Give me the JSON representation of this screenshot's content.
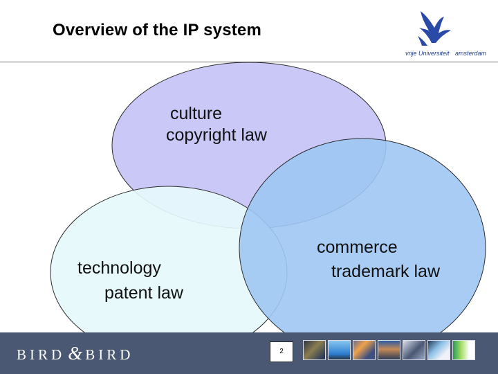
{
  "slide": {
    "title": "Overview of the IP system",
    "page_number": "2"
  },
  "logo": {
    "left_text": "vrije Universiteit",
    "right_text": "amsterdam",
    "icon": "griffin-icon"
  },
  "circles": [
    {
      "line1": "culture",
      "line2": "copyright law",
      "fill": "#c9c8f6"
    },
    {
      "line1": "technology",
      "line2": "patent law",
      "fill": "#e6f8fb"
    },
    {
      "line1": "commerce",
      "line2": "trademark law",
      "fill": "#9fc7f3"
    }
  ],
  "footer": {
    "brand_left": "BIRD",
    "brand_amp": "&",
    "brand_right": "BIRD",
    "bg": "#4a5873"
  }
}
